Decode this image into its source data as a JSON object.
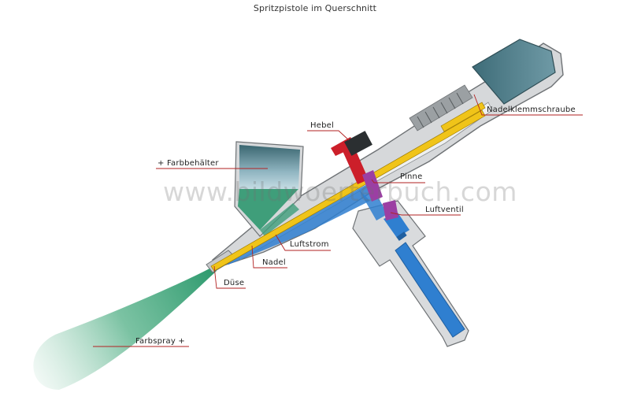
{
  "title": "Spritzpistole im Querschnitt",
  "watermark": "www.bildwoerterbuch.com",
  "labels": {
    "nadelklemmschraube": "Nadelklemmschraube",
    "hebel": "Hebel",
    "farbbehaelter": "+ Farbbehälter",
    "pinne": "Pinne",
    "luftventil": "Luftventil",
    "luftstrom": "Luftstrom",
    "nadel": "Nadel",
    "duese": "Düse",
    "farbspray": "Farbspray +"
  },
  "colors": {
    "leader": "#b22222",
    "body": "#d6d8da",
    "body_outline": "#6e7275",
    "paint": "#3f9e7a",
    "needle": "#f0c419",
    "air": "#2f7fd0",
    "lever": "#cc1f2a",
    "pin": "#9b3fa3"
  }
}
